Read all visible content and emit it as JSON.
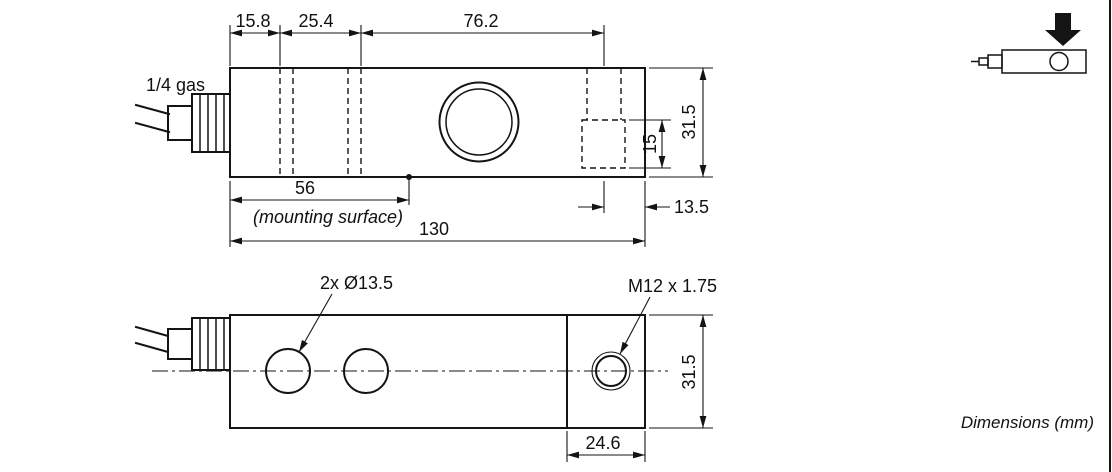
{
  "colors": {
    "line": "#141414",
    "background": "#ffffff"
  },
  "side_view": {
    "cable_label": "1/4 gas",
    "mounting_note": "(mounting surface)",
    "dims": {
      "d15_8": "15.8",
      "d25_4": "25.4",
      "d76_2": "76.2",
      "d15": "15",
      "d31_5": "31.5",
      "d13_5": "13.5",
      "d56": "56",
      "d130": "130"
    }
  },
  "plan_view": {
    "holes_label": "2x Ø13.5",
    "thread_label": "M12 x 1.75",
    "dims": {
      "d31_5": "31.5",
      "d24_6": "24.6"
    }
  },
  "footer": {
    "units_note": "Dimensions (mm)"
  }
}
